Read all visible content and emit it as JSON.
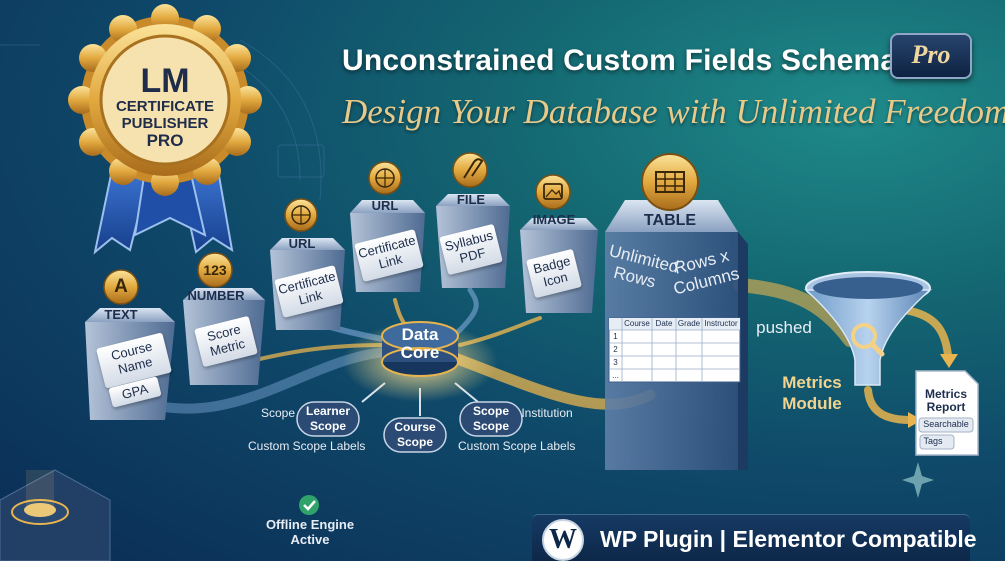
{
  "title": "Unconstrained Custom Fields Schema",
  "subtitle": "Design Your Database with Unlimited Freedom",
  "pro_badge": "Pro",
  "badge": {
    "line1": "LM",
    "line2": "CERTIFICATE",
    "line3": "PUBLISHER",
    "line4": "PRO"
  },
  "fields": {
    "text": {
      "type": "TEXT",
      "icon": "A",
      "cards": [
        "Course Name",
        "GPA"
      ]
    },
    "number": {
      "type": "NUMBER",
      "icon": "123",
      "card": "Score Metric"
    },
    "url1": {
      "type": "URL",
      "card": "Certificate Link"
    },
    "url2": {
      "type": "URL",
      "card": "Certificate Link"
    },
    "file": {
      "type": "FILE",
      "card": "Syllabus PDF"
    },
    "image": {
      "type": "IMAGE",
      "card": "Badge Icon"
    },
    "table": {
      "type": "TABLE",
      "side_left": "Unlimited Rows",
      "side_right": "Rows x Columns",
      "columns": [
        "Course",
        "Date",
        "Grade",
        "Instructor"
      ],
      "row_numbers": [
        "1",
        "2",
        "3",
        "..."
      ]
    }
  },
  "core": {
    "label": "Data Core"
  },
  "scopes": {
    "learner": "Learner Scope",
    "course": "Course Scope",
    "scope": "Scope Scope",
    "left_caption": "Scope",
    "right_caption": "Institution",
    "left_labels": "Custom Scope Labels",
    "right_labels": "Custom Scope Labels"
  },
  "pushed": "pushed",
  "metrics": {
    "module": "Metrics Module",
    "report_title": "Metrics Report",
    "searchable": "Searchable",
    "tags": "Tags"
  },
  "offline": {
    "line1": "Offline Engine",
    "line2": "Active"
  },
  "footer": {
    "wp_icon": "W",
    "text": "WP Plugin | Elementor Compatible"
  },
  "colors": {
    "gold": "#e8b44e",
    "navy": "#0b2c55",
    "teal": "#146872",
    "ribbon": "#2a5bb5"
  }
}
